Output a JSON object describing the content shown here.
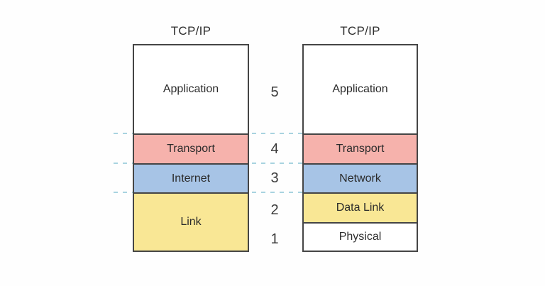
{
  "diagram": {
    "description_colors": {
      "application_fill": "#ffffff",
      "transport_fill": "#f6b2ac",
      "network_fill": "#a7c4e6",
      "link_fill": "#f9e795",
      "physical_fill": "#ffffff",
      "border": "#454545",
      "dashed_line": "#a8d3e0",
      "text": "#2e2e2e"
    },
    "left_stack": {
      "title": "TCP/IP",
      "layers": [
        {
          "label": "Application",
          "fill": "#ffffff"
        },
        {
          "label": "Transport",
          "fill": "#f6b2ac"
        },
        {
          "label": "Internet",
          "fill": "#a7c4e6"
        },
        {
          "label": "Link",
          "fill": "#f9e795"
        }
      ]
    },
    "right_stack": {
      "title": "TCP/IP",
      "layers": [
        {
          "label": "Application",
          "fill": "#ffffff"
        },
        {
          "label": "Transport",
          "fill": "#f6b2ac"
        },
        {
          "label": "Network",
          "fill": "#a7c4e6"
        },
        {
          "label": "Data Link",
          "fill": "#f9e795"
        },
        {
          "label": "Physical",
          "fill": "#ffffff"
        }
      ]
    },
    "layer_numbers": {
      "n5": "5",
      "n4": "4",
      "n3": "3",
      "n2": "2",
      "n1": "1"
    }
  }
}
